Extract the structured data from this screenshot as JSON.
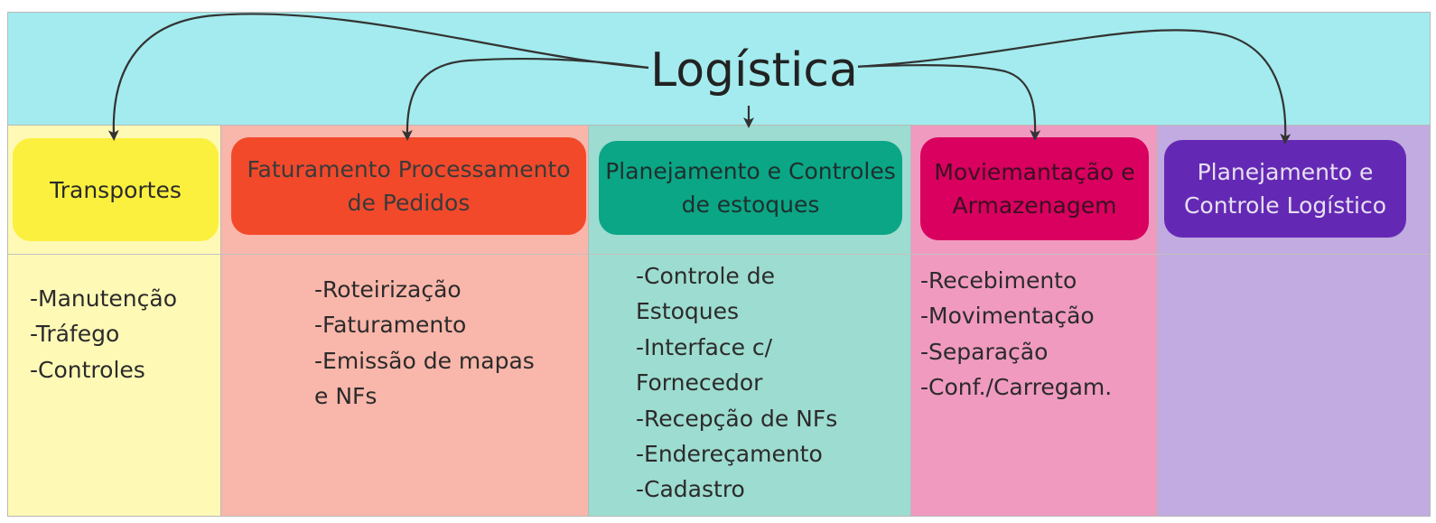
{
  "title": "Logística",
  "colors": {
    "header": "#a3ebee",
    "transportes_col": "#fff9b6",
    "transportes_card": "#fbf03e",
    "faturamento_col": "#f9b6aa",
    "faturamento_card": "#f2492b",
    "estoques_col": "#9ddcd0",
    "estoques_card": "#0aa686",
    "armazenagem_col": "#f09ac0",
    "armazenagem_card": "#d9005f",
    "logistico_col": "#c1abe0",
    "logistico_card": "#6429b4"
  },
  "columns": [
    {
      "id": "transportes",
      "label": "Transportes",
      "items": [
        "-Manutenção",
        "-Tráfego",
        "-Controles"
      ]
    },
    {
      "id": "faturamento",
      "label": "Faturamento  Processamento de Pedidos",
      "items": [
        "-Roteirização",
        "-Faturamento",
        "-Emissão de mapas",
        "e NFs"
      ]
    },
    {
      "id": "estoques",
      "label": "Planejamento e Controles de estoques",
      "items": [
        "-Controle de",
        "Estoques",
        "-Interface c/",
        "Fornecedor",
        "-Recepção de NFs",
        "-Endereçamento",
        "-Cadastro"
      ]
    },
    {
      "id": "armazenagem",
      "label": "Moviemantação e Armazenagem",
      "items": [
        "-Recebimento",
        "-Movimentação",
        "-Separação",
        "-Conf./Carregam."
      ]
    },
    {
      "id": "logistico",
      "label": "Planejamento e Controle Logístico",
      "items": []
    }
  ]
}
